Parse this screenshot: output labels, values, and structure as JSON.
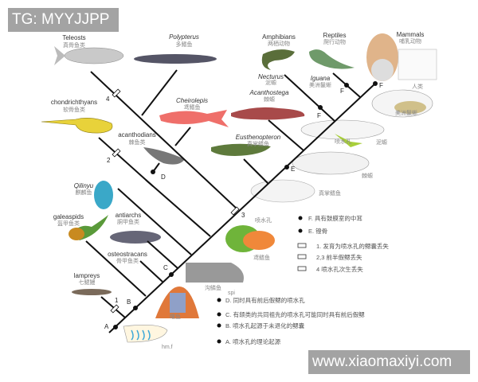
{
  "watermarks": {
    "top_left": "TG: MYYJJPP",
    "bottom_right": "www.xiaomaxiyi.com"
  },
  "taxa": {
    "teleosts": {
      "en": "Teleosts",
      "zh": "真骨鱼类"
    },
    "polypterus": {
      "en": "Polypterus",
      "zh": "多鳍鱼"
    },
    "chondrichthyans": {
      "en": "chondrichthyans",
      "zh": "软骨鱼类"
    },
    "cheirolepis": {
      "en": "Cheirolepis",
      "zh": "鸢鳍鱼"
    },
    "acanthodians": {
      "en": "acanthodians",
      "zh": "棘鱼类"
    },
    "eusthenopteron": {
      "en": "Eusthenopteron",
      "zh": "真掌鳍鱼"
    },
    "acanthostega": {
      "en": "Acanthostega",
      "zh": "棘螈"
    },
    "amphibians": {
      "en": "Amphibians",
      "zh": "两栖动物"
    },
    "necturus": {
      "en": "Necturus",
      "zh": "泥螈"
    },
    "reptiles": {
      "en": "Reptiles",
      "zh": "爬行动物"
    },
    "iguana": {
      "en": "Iguana",
      "zh": "美洲鬣蜥"
    },
    "mammals": {
      "en": "Mammals",
      "zh": "哺乳动物"
    },
    "qilinyu": {
      "en": "Qilinyu",
      "zh": "麒麟鱼"
    },
    "galeaspids": {
      "en": "galeaspids",
      "zh": "盔甲鱼类"
    },
    "antiarchs": {
      "en": "antiarchs",
      "zh": "胴甲鱼类"
    },
    "osteostracans": {
      "en": "osteostracans",
      "zh": "骨甲鱼类"
    },
    "lampreys": {
      "en": "lampreys",
      "zh": "七鳃鳗"
    }
  },
  "skull_labels": {
    "human": "人类",
    "iguana": "美洲鬣蜥",
    "necturus": "泥螈",
    "acanthostega": "棘螈",
    "eusthenopteron": "真掌鳍鱼",
    "spiracle": "喷水孔",
    "spiracle2": "喷水孔",
    "cheirolepis": "鸢鳍鱼",
    "placoderm": "沟鳞鱼",
    "galeaspid": "曙鱼",
    "spi": "spi",
    "hmf": "hm.f"
  },
  "node_markers": {
    "A": "A",
    "B": "B",
    "C": "C",
    "D": "D",
    "E": "E",
    "F1": "F",
    "F2": "F",
    "F3": "F",
    "loss1": "1",
    "loss2": "2",
    "loss3": "3",
    "loss4": "4"
  },
  "legend": {
    "F": "F. 具有鼓膜室的中耳",
    "E": "E. 镫骨",
    "loss1": "1. 发育为喷水孔的鳃囊丢失",
    "loss23": "2,3 前半假鳃丢失",
    "loss4": "4 喷水孔次生丢失",
    "D": "D. 同时具有前后假鳃的喷水孔",
    "C": "C. 有颌类的共同祖先的喷水孔可能同时具有前后假鳃",
    "B": "B. 喷水孔起源于未退化的鳃囊",
    "A": "A. 喷水孔的理论起源"
  },
  "colors": {
    "line": "#111111",
    "watermark": "#a3a3a3",
    "cheirolepis": "#ef6f6a",
    "chondrichthyans": "#e8d23a",
    "acanthostega": "#a84a4a",
    "eusthenopteron": "#5e7a3c",
    "qilinyu": "#3aa8c8",
    "skull_green": "#a8cf3a",
    "skull_orange": "#f0883a"
  }
}
